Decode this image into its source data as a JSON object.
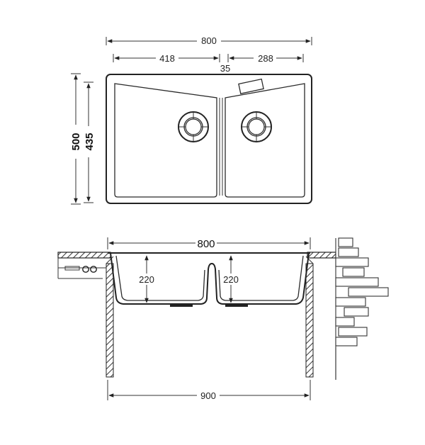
{
  "top_view": {
    "total_width": "800",
    "left_bowl_width": "418",
    "right_bowl_width": "288",
    "divider_width": "35",
    "outer_depth": "500",
    "inner_depth": "435"
  },
  "front_view": {
    "width_label": "800",
    "left_bowl_depth": "220",
    "right_bowl_depth": "220",
    "cabinet_width": "900"
  }
}
